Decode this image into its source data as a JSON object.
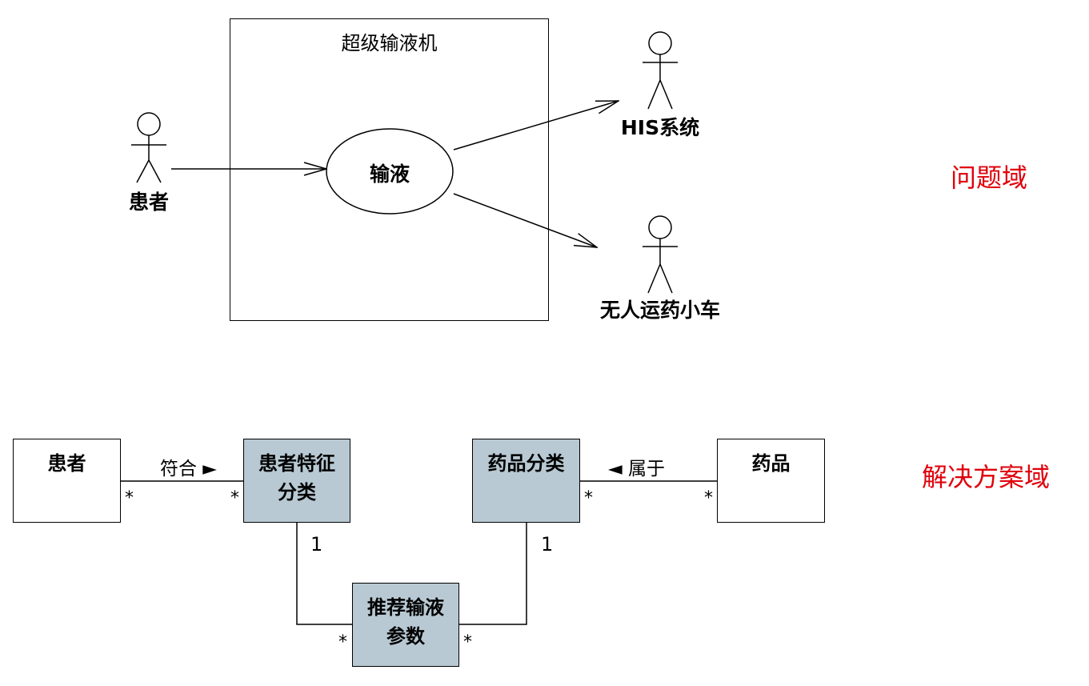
{
  "problem_domain": {
    "domain_label": "问题域",
    "system_boundary_title": "超级输液机",
    "use_case": "输液",
    "actors": {
      "patient": "患者",
      "his": "HIS系统",
      "cart": "无人运药小车"
    }
  },
  "solution_domain": {
    "domain_label": "解决方案域",
    "classes": {
      "patient": "患者",
      "feature_line1": "患者特征",
      "feature_line2": "分类",
      "drug_category": "药品分类",
      "drug": "药品",
      "params_line1": "推荐输液",
      "params_line2": "参数"
    },
    "associations": {
      "conforms": "符合 ►",
      "belongs": "◄ 属于"
    },
    "multiplicities": {
      "star": "*",
      "one": "1"
    }
  },
  "colors": {
    "domain_label": "#e0000b",
    "class_fill": "#b8c9d3"
  }
}
